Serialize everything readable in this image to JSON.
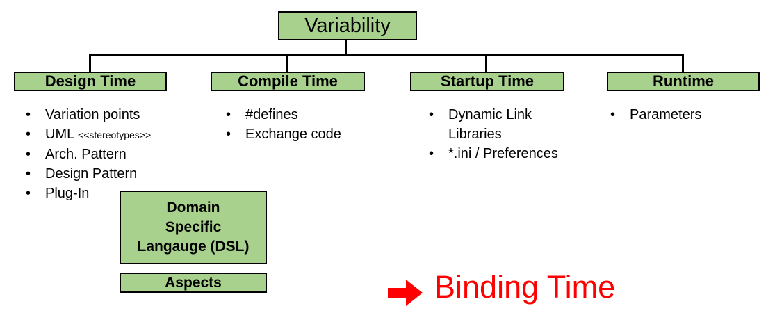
{
  "diagram": {
    "root_label": "Variability",
    "columns": {
      "design": {
        "header": "Design Time",
        "items": [
          "Variation points",
          "UML",
          "Arch. Pattern",
          "Design Pattern",
          "Plug-In"
        ],
        "uml_suffix": "<<stereotypes>>"
      },
      "compile": {
        "header": "Compile Time",
        "items": [
          "#defines",
          "Exchange code"
        ]
      },
      "startup": {
        "header": "Startup Time",
        "items": [
          "Dynamic Link Libraries",
          "*.ini / Preferences"
        ]
      },
      "runtime": {
        "header": "Runtime",
        "items": [
          "Parameters"
        ]
      }
    },
    "dsl_box_label": "Domain\nSpecific\nLangauge (DSL)",
    "aspects_box_label": "Aspects",
    "annotation": {
      "label": "Binding Time",
      "color": "#ff0000",
      "arrow_icon": "right-arrow"
    },
    "colors": {
      "box_fill": "#a9d18e",
      "box_border": "#000000",
      "connector": "#000000",
      "background": "#ffffff"
    }
  }
}
